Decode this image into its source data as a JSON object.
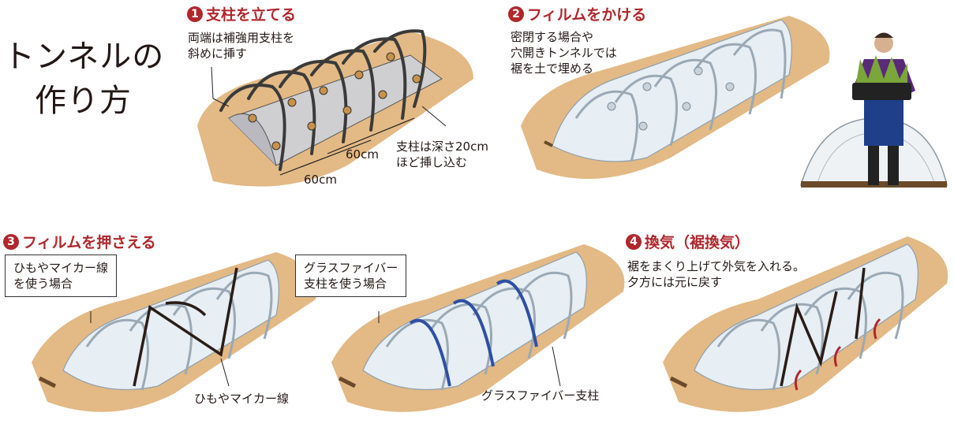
{
  "title": {
    "line1": "トンネルの",
    "line2": "作り方"
  },
  "colors": {
    "accent": "#b0272c",
    "soil": "#e3b985",
    "mulch": "#cfcfd2",
    "fiberglass": "#2e4fa3",
    "rope": "#2a1d17"
  },
  "steps": [
    {
      "num": "1",
      "title": "支柱を立てる",
      "note1": "両端は補強用支柱を\n斜めに挿す",
      "note2": "支柱は深さ20cm\nほど挿し込む",
      "dim_a": "60cm",
      "dim_b": "60cm"
    },
    {
      "num": "2",
      "title": "フィルムをかける",
      "note1": "密閉する場合や\n穴開きトンネルでは\n裾を土で埋める"
    },
    {
      "num": "3",
      "title": "フィルムを押さえる",
      "callout_a": "ひもやマイカー線\nを使う場合",
      "callout_b": "グラスファイバー\n支柱を使う場合",
      "label_a": "ひもやマイカー線",
      "label_b": "グラスファイバー支柱"
    },
    {
      "num": "4",
      "title": "換気（裾換気）",
      "note1": "裾をまくり上げて外気を入れる。\n夕方には元に戻す"
    }
  ]
}
